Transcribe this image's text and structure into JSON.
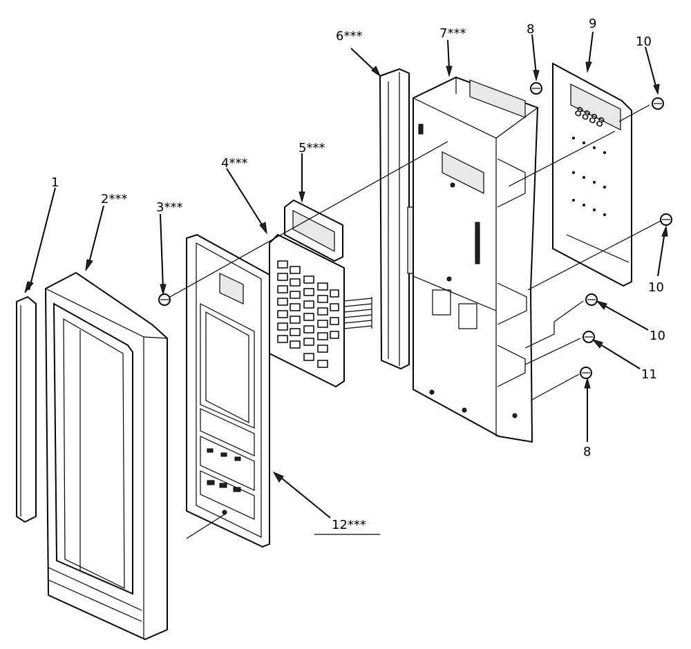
{
  "callouts": [
    {
      "id": "c1",
      "text": "1"
    },
    {
      "id": "c2",
      "text": "2***"
    },
    {
      "id": "c3",
      "text": "3***"
    },
    {
      "id": "c4",
      "text": "4***"
    },
    {
      "id": "c5",
      "text": "5***"
    },
    {
      "id": "c6",
      "text": "6***"
    },
    {
      "id": "c7",
      "text": "7***"
    },
    {
      "id": "c8a",
      "text": "8"
    },
    {
      "id": "c9",
      "text": "9"
    },
    {
      "id": "c10a",
      "text": "10"
    },
    {
      "id": "c10b",
      "text": "10"
    },
    {
      "id": "c10c",
      "text": "10"
    },
    {
      "id": "c11",
      "text": "11"
    },
    {
      "id": "c8b",
      "text": "8"
    },
    {
      "id": "c12",
      "text": "12***"
    }
  ],
  "display_digits": "8888"
}
